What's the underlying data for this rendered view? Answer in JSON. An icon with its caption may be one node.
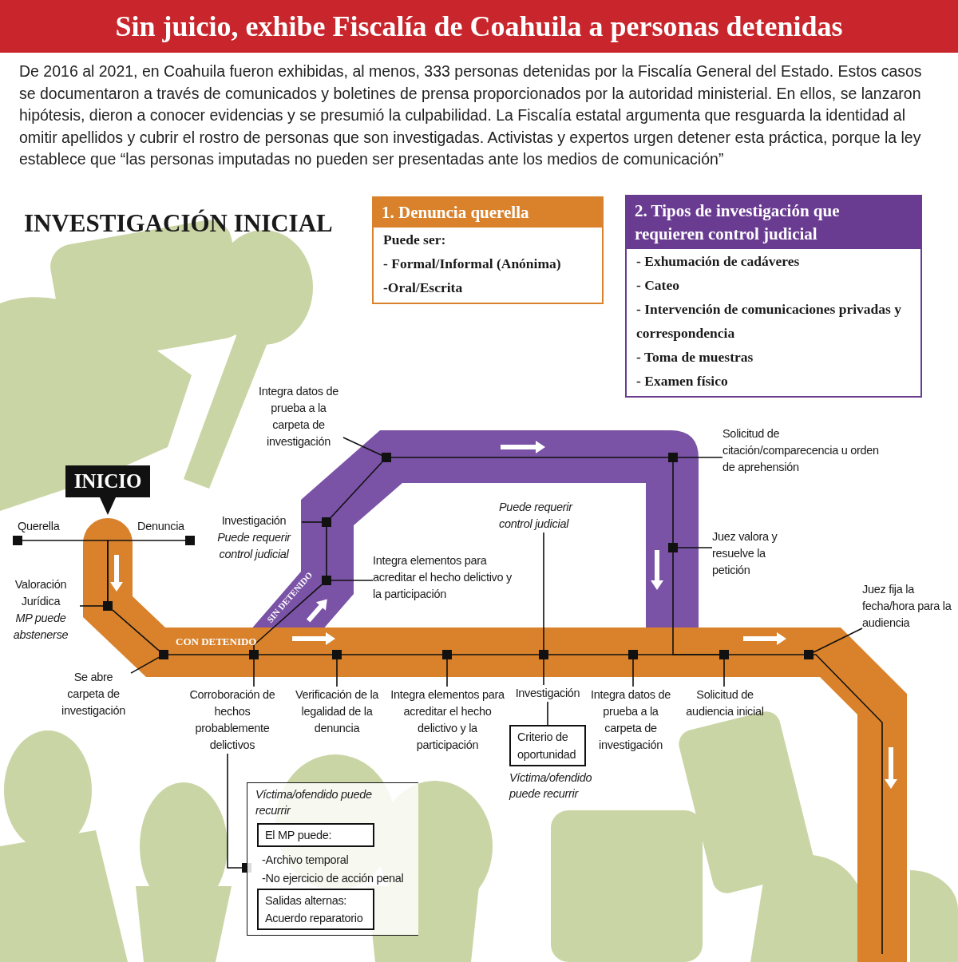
{
  "diagram": {
    "title": "Sin juicio, exhibe Fiscalía de Coahuila a personas detenidas",
    "nodes": [
      {
        "text": [
          "INICIO"
        ]
      },
      {
        "text": [
          "1. Denuncia querella",
          "Puede ser:",
          "- Formal/Informal (Anónima)",
          "-Oral/Escrita"
        ]
      },
      {
        "text": [
          "2. Tipos de investigación que requieren control judicial",
          "- Exhumación de cadáveres",
          "- Cateo",
          "- Intervención de comunicaciones privadas y correspondencia",
          "- Toma de muestras",
          "- Examen físico"
        ]
      },
      {
        "text": [],
        "shape": "box",
        "beside": [
          "Querella"
        ]
      },
      {
        "text": [],
        "shape": "box",
        "beside": [
          "Denuncia"
        ]
      },
      {
        "text": [],
        "shape": "box"
      },
      {
        "text": [],
        "shape": "box"
      },
      {
        "text": [],
        "shape": "box"
      },
      {
        "text": [],
        "shape": "box"
      },
      {
        "text": [],
        "shape": "box"
      },
      {
        "text": [],
        "shape": "box"
      },
      {
        "text": [],
        "shape": "box"
      },
      {
        "text": [],
        "shape": "box"
      },
      {
        "text": [],
        "shape": "box"
      },
      {
        "text": [],
        "shape": "box"
      },
      {
        "text": [],
        "shape": "box"
      },
      {
        "text": [],
        "shape": "box"
      },
      {
        "text": [],
        "shape": "box"
      },
      {
        "text": [],
        "shape": "box"
      },
      {
        "text": [],
        "shape": "box"
      },
      {
        "text": [
          "Valoración Jurídica",
          "MP puede abstenerse"
        ]
      },
      {
        "text": [
          "Se abre carpeta de investigación"
        ]
      },
      {
        "text": [
          "Corroboración de hechos probablemente delictivos"
        ]
      },
      {
        "text": [
          "Verificación de la legalidad de la denuncia"
        ]
      },
      {
        "text": [
          "Integra elementos para acreditar el hecho delictivo y la participación"
        ]
      },
      {
        "text": [
          "Investigación"
        ]
      },
      {
        "text": [
          "Criterio de oportunidad"
        ],
        "beside": [
          "Víctima/ofendido puede recurrir"
        ]
      },
      {
        "text": [
          "Integra datos de prueba a la carpeta de investigación"
        ]
      },
      {
        "text": [
          "Solicitud de audiencia inicial"
        ]
      },
      {
        "text": [
          "Juez fija la fecha/hora para la audiencia"
        ]
      },
      {
        "text": [
          "Puede requerir control judicial"
        ]
      },
      {
        "text": [
          "Investigación",
          "Puede requerir control judicial"
        ]
      },
      {
        "text": [
          "Integra elementos para acreditar el hecho delictivo y la participación"
        ]
      },
      {
        "text": [
          "Integra datos de prueba a la carpeta de investigación"
        ]
      },
      {
        "text": [
          "Solicitud de citación/comparecencia u orden de aprehensión"
        ]
      },
      {
        "text": [
          "Juez valora y resuelve la petición"
        ]
      },
      {
        "text": [
          "Víctima/ofendido puede recurrir",
          "-Archivo temporal",
          "-No ejercicio de acción penal"
        ]
      },
      {
        "text": [
          "El MP puede:"
        ],
        "in": 36
      },
      {
        "text": [
          "Salidas alternas: Acuerdo reparatorio"
        ],
        "in": 36
      }
    ],
    "edges": [
      {
        "from": 3,
        "to": 5,
        "arrow": "none"
      },
      {
        "from": 4,
        "to": 5,
        "arrow": "none"
      },
      {
        "from": 5,
        "to": 6,
        "arrow": "none"
      },
      {
        "from": 6,
        "to": 7,
        "arrow": "none"
      },
      {
        "from": 7,
        "to": 8,
        "arrow": "none"
      },
      {
        "from": 8,
        "to": 9,
        "arrow": "none"
      },
      {
        "from": 9,
        "to": 10,
        "arrow": "none"
      },
      {
        "from": 10,
        "to": 11,
        "arrow": "none"
      },
      {
        "from": 11,
        "to": 12,
        "arrow": "none"
      },
      {
        "from": 12,
        "to": 13,
        "arrow": "none"
      },
      {
        "from": 13,
        "to": null,
        "arrow": "none"
      },
      {
        "from": 7,
        "to": 15,
        "arrow": "none"
      },
      {
        "from": 15,
        "to": 14,
        "arrow": "none"
      },
      {
        "from": 14,
        "to": 16,
        "arrow": "none"
      },
      {
        "from": 16,
        "to": 17,
        "arrow": "none"
      },
      {
        "from": 17,
        "to": 18,
        "arrow": "none"
      },
      {
        "from": 18,
        "to": 12,
        "arrow": "none"
      },
      {
        "from": 20,
        "to": 5,
        "arrow": "none"
      },
      {
        "from": 21,
        "to": 6,
        "arrow": "none"
      },
      {
        "from": 22,
        "to": 7,
        "arrow": "none"
      },
      {
        "from": 23,
        "to": 8,
        "arrow": "none"
      },
      {
        "from": 24,
        "to": 9,
        "arrow": "none"
      },
      {
        "from": 25,
        "to": 10,
        "arrow": "none"
      },
      {
        "from": 30,
        "to": 10,
        "arrow": "none"
      },
      {
        "from": 25,
        "to": 26,
        "arrow": "none"
      },
      {
        "from": 27,
        "to": 11,
        "arrow": "none"
      },
      {
        "from": 28,
        "to": 12,
        "arrow": "none"
      },
      {
        "from": 29,
        "to": 13,
        "arrow": "none"
      },
      {
        "from": 31,
        "to": 14,
        "arrow": "none"
      },
      {
        "from": 32,
        "to": 15,
        "arrow": "none"
      },
      {
        "from": 33,
        "to": 16,
        "arrow": "none"
      },
      {
        "from": 34,
        "to": 17,
        "arrow": "none"
      },
      {
        "from": 35,
        "to": 18,
        "arrow": "none"
      },
      {
        "from": 22,
        "to": 19,
        "arrow": "none"
      }
    ],
    "labels": [
      "De 2016 al 2021, en Coahuila fueron exhibidas, al menos, 333 personas detenidas por la Fiscalía General del Estado. Estos casos se documentaron a través de comunicados y boletines de prensa proporcionados por la autoridad ministerial. En ellos, se lanzaron hipótesis, dieron a conocer evidencias y se presumió la culpabilidad. La Fiscalía estatal argumenta que resguarda la identidad al omitir apellidos y cubrir el rostro de personas que son investigadas. Activistas y expertos urgen detener esta práctica, porque la ley establece que “las personas imputadas no pueden ser presentadas ante los medios de comunicación”",
      "INVESTIGACIÓN INICIAL",
      "SIN DETENIDO",
      "CON DETENIDO"
    ]
  }
}
